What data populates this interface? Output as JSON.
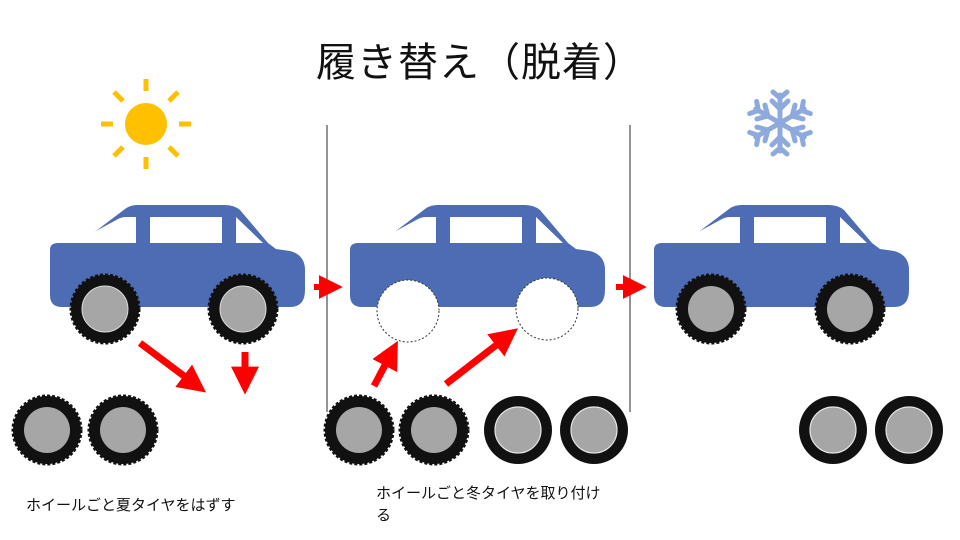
{
  "slide": {
    "title": "履き替え（脱着）",
    "caption_remove": "ホイールごと夏タイヤをはずす",
    "caption_install": "ホイールごと冬タイヤを取り付ける"
  },
  "icons": {
    "summer": "sun-icon",
    "winter": "snowflake-icon"
  },
  "colors": {
    "car_body": "#4e6cb4",
    "arrow": "#ff0000",
    "sun": "#ffc000",
    "snow": "#8ea9db",
    "tire": "#111111",
    "wheel": "#a6a6a6",
    "divider": "#595959"
  }
}
